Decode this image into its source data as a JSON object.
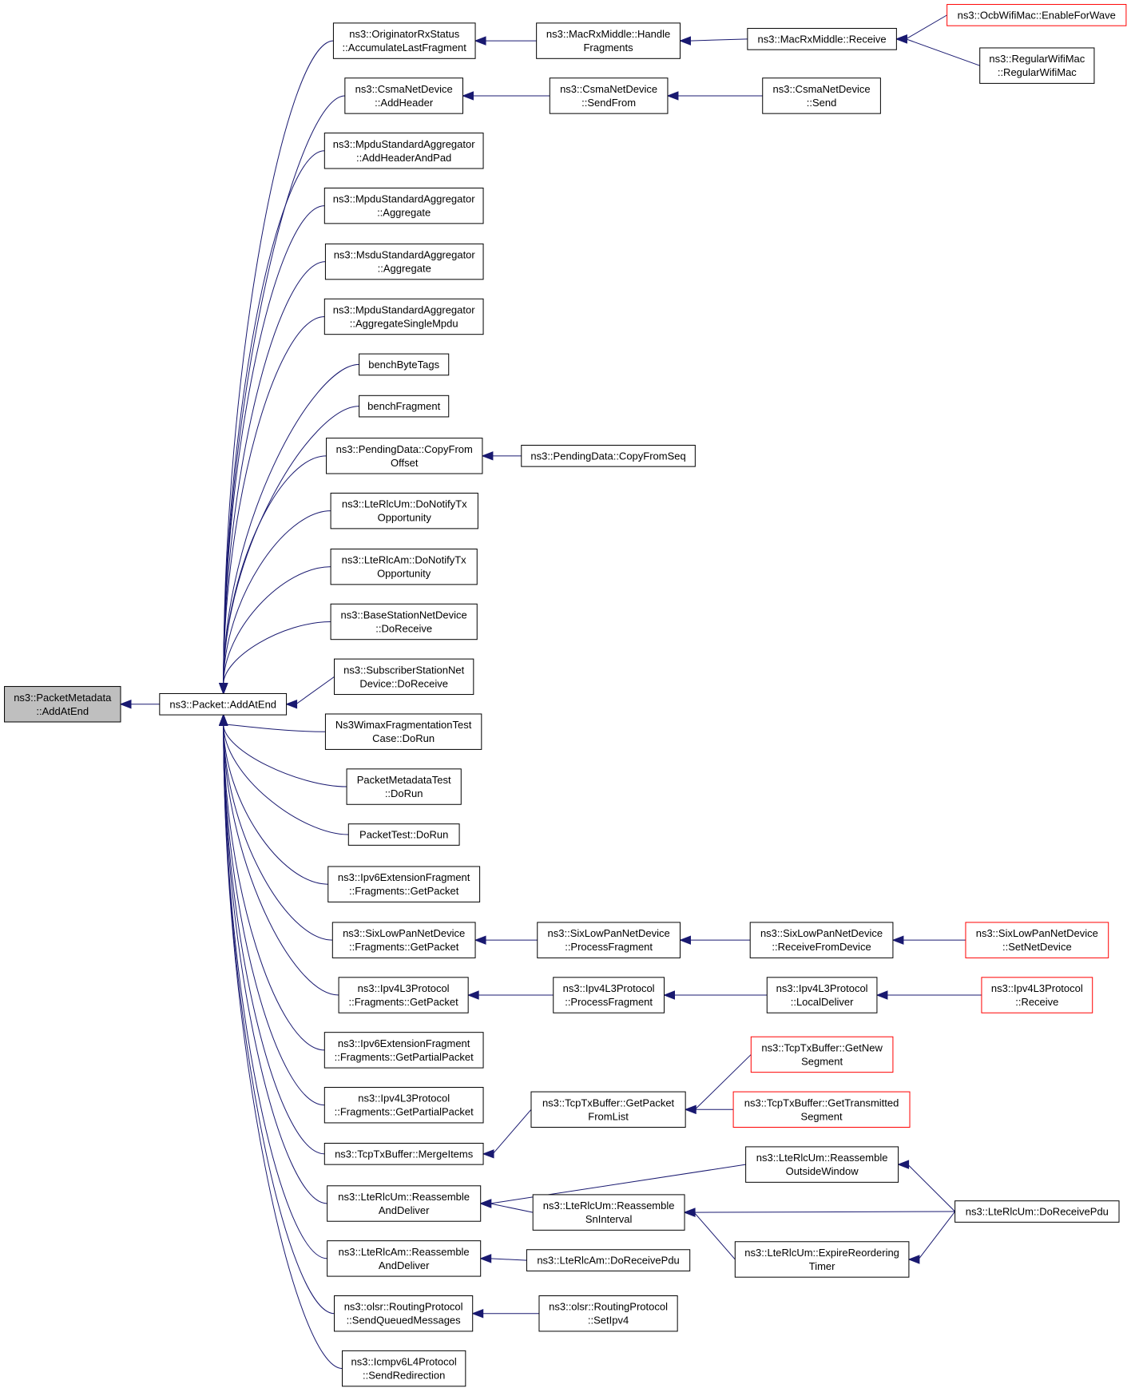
{
  "colors": {
    "edge": "#191970",
    "node_border": "#000000",
    "node_border_truncated": "#ff0000",
    "node_fill": "#ffffff",
    "root_fill": "#bfbfbf",
    "root_border": "#000000",
    "text": "#000000"
  },
  "nodes": [
    {
      "id": "root",
      "lines": [
        "ns3::PacketMetadata",
        "::AddAtEnd"
      ],
      "style": "root"
    },
    {
      "id": "packet_addatend",
      "lines": [
        "ns3::Packet::AddAtEnd"
      ],
      "style": "normal"
    },
    {
      "id": "orig_accum",
      "lines": [
        "ns3::OriginatorRxStatus",
        "::AccumulateLastFragment"
      ],
      "style": "normal"
    },
    {
      "id": "csma_addheader",
      "lines": [
        "ns3::CsmaNetDevice",
        "::AddHeader"
      ],
      "style": "normal"
    },
    {
      "id": "mpdu_addheaderpad",
      "lines": [
        "ns3::MpduStandardAggregator",
        "::AddHeaderAndPad"
      ],
      "style": "normal"
    },
    {
      "id": "mpdu_aggregate",
      "lines": [
        "ns3::MpduStandardAggregator",
        "::Aggregate"
      ],
      "style": "normal"
    },
    {
      "id": "msdu_aggregate",
      "lines": [
        "ns3::MsduStandardAggregator",
        "::Aggregate"
      ],
      "style": "normal"
    },
    {
      "id": "mpdu_aggsingle",
      "lines": [
        "ns3::MpduStandardAggregator",
        "::AggregateSingleMpdu"
      ],
      "style": "normal"
    },
    {
      "id": "benchbytetags",
      "lines": [
        "benchByteTags"
      ],
      "style": "normal"
    },
    {
      "id": "benchfragment",
      "lines": [
        "benchFragment"
      ],
      "style": "normal"
    },
    {
      "id": "pending_copyfromoffset",
      "lines": [
        "ns3::PendingData::CopyFrom",
        "Offset"
      ],
      "style": "normal"
    },
    {
      "id": "lterlcum_donotify",
      "lines": [
        "ns3::LteRlcUm::DoNotifyTx",
        "Opportunity"
      ],
      "style": "normal"
    },
    {
      "id": "lterlcam_donotify",
      "lines": [
        "ns3::LteRlcAm::DoNotifyTx",
        "Opportunity"
      ],
      "style": "normal"
    },
    {
      "id": "bs_doreceive",
      "lines": [
        "ns3::BaseStationNetDevice",
        "::DoReceive"
      ],
      "style": "normal"
    },
    {
      "id": "ss_doreceive",
      "lines": [
        "ns3::SubscriberStationNet",
        "Device::DoReceive"
      ],
      "style": "normal"
    },
    {
      "id": "wimax_test",
      "lines": [
        "Ns3WimaxFragmentationTest",
        "Case::DoRun"
      ],
      "style": "normal"
    },
    {
      "id": "pmd_test",
      "lines": [
        "PacketMetadataTest",
        "::DoRun"
      ],
      "style": "normal"
    },
    {
      "id": "packet_test",
      "lines": [
        "PacketTest::DoRun"
      ],
      "style": "normal"
    },
    {
      "id": "ipv6_getpacket",
      "lines": [
        "ns3::Ipv6ExtensionFragment",
        "::Fragments::GetPacket"
      ],
      "style": "normal"
    },
    {
      "id": "sixlow_getpacket",
      "lines": [
        "ns3::SixLowPanNetDevice",
        "::Fragments::GetPacket"
      ],
      "style": "normal"
    },
    {
      "id": "ipv4_getpacket",
      "lines": [
        "ns3::Ipv4L3Protocol",
        "::Fragments::GetPacket"
      ],
      "style": "normal"
    },
    {
      "id": "ipv6_getpartial",
      "lines": [
        "ns3::Ipv6ExtensionFragment",
        "::Fragments::GetPartialPacket"
      ],
      "style": "normal"
    },
    {
      "id": "ipv4_getpartial",
      "lines": [
        "ns3::Ipv4L3Protocol",
        "::Fragments::GetPartialPacket"
      ],
      "style": "normal"
    },
    {
      "id": "tcp_mergeitems",
      "lines": [
        "ns3::TcpTxBuffer::MergeItems"
      ],
      "style": "normal"
    },
    {
      "id": "lterlcum_reassemble",
      "lines": [
        "ns3::LteRlcUm::Reassemble",
        "AndDeliver"
      ],
      "style": "normal"
    },
    {
      "id": "lterlcam_reassemble",
      "lines": [
        "ns3::LteRlcAm::Reassemble",
        "AndDeliver"
      ],
      "style": "normal"
    },
    {
      "id": "olsr_sendqueued",
      "lines": [
        "ns3::olsr::RoutingProtocol",
        "::SendQueuedMessages"
      ],
      "style": "normal"
    },
    {
      "id": "icmpv6_sendredir",
      "lines": [
        "ns3::Icmpv6L4Protocol",
        "::SendRedirection"
      ],
      "style": "normal"
    },
    {
      "id": "macrx_handlefrag",
      "lines": [
        "ns3::MacRxMiddle::Handle",
        "Fragments"
      ],
      "style": "normal"
    },
    {
      "id": "macrx_receive",
      "lines": [
        "ns3::MacRxMiddle::Receive"
      ],
      "style": "normal"
    },
    {
      "id": "ocb_enable",
      "lines": [
        "ns3::OcbWifiMac::EnableForWave"
      ],
      "style": "truncated"
    },
    {
      "id": "regular_wifimac",
      "lines": [
        "ns3::RegularWifiMac",
        "::RegularWifiMac"
      ],
      "style": "normal"
    },
    {
      "id": "csma_sendfrom",
      "lines": [
        "ns3::CsmaNetDevice",
        "::SendFrom"
      ],
      "style": "normal"
    },
    {
      "id": "csma_send",
      "lines": [
        "ns3::CsmaNetDevice",
        "::Send"
      ],
      "style": "normal"
    },
    {
      "id": "pending_copyfromseq",
      "lines": [
        "ns3::PendingData::CopyFromSeq"
      ],
      "style": "normal"
    },
    {
      "id": "sixlow_processfrag",
      "lines": [
        "ns3::SixLowPanNetDevice",
        "::ProcessFragment"
      ],
      "style": "normal"
    },
    {
      "id": "sixlow_receivefromdev",
      "lines": [
        "ns3::SixLowPanNetDevice",
        "::ReceiveFromDevice"
      ],
      "style": "normal"
    },
    {
      "id": "sixlow_setnetdev",
      "lines": [
        "ns3::SixLowPanNetDevice",
        "::SetNetDevice"
      ],
      "style": "truncated"
    },
    {
      "id": "ipv4_processfrag",
      "lines": [
        "ns3::Ipv4L3Protocol",
        "::ProcessFragment"
      ],
      "style": "normal"
    },
    {
      "id": "ipv4_localdeliver",
      "lines": [
        "ns3::Ipv4L3Protocol",
        "::LocalDeliver"
      ],
      "style": "normal"
    },
    {
      "id": "ipv4_receive",
      "lines": [
        "ns3::Ipv4L3Protocol",
        "::Receive"
      ],
      "style": "truncated"
    },
    {
      "id": "tcp_getnewseg",
      "lines": [
        "ns3::TcpTxBuffer::GetNew",
        "Segment"
      ],
      "style": "truncated"
    },
    {
      "id": "tcp_getpacketfromlist",
      "lines": [
        "ns3::TcpTxBuffer::GetPacket",
        "FromList"
      ],
      "style": "normal"
    },
    {
      "id": "tcp_gettransseg",
      "lines": [
        "ns3::TcpTxBuffer::GetTransmitted",
        "Segment"
      ],
      "style": "truncated"
    },
    {
      "id": "lterlcum_reassoutside",
      "lines": [
        "ns3::LteRlcUm::Reassemble",
        "OutsideWindow"
      ],
      "style": "normal"
    },
    {
      "id": "lterlcum_reasssn",
      "lines": [
        "ns3::LteRlcUm::Reassemble",
        "SnInterval"
      ],
      "style": "normal"
    },
    {
      "id": "lterlcum_doreceivepdu",
      "lines": [
        "ns3::LteRlcUm::DoReceivePdu"
      ],
      "style": "normal"
    },
    {
      "id": "lterlcum_expire",
      "lines": [
        "ns3::LteRlcUm::ExpireReordering",
        "Timer"
      ],
      "style": "normal"
    },
    {
      "id": "lterlcam_doreceivepdu",
      "lines": [
        "ns3::LteRlcAm::DoReceivePdu"
      ],
      "style": "normal"
    },
    {
      "id": "olsr_setipv4",
      "lines": [
        "ns3::olsr::RoutingProtocol",
        "::SetIpv4"
      ],
      "style": "normal"
    }
  ],
  "edges": [
    {
      "from": "packet_addatend",
      "to": "root"
    },
    {
      "from": "orig_accum",
      "to": "packet_addatend"
    },
    {
      "from": "csma_addheader",
      "to": "packet_addatend"
    },
    {
      "from": "mpdu_addheaderpad",
      "to": "packet_addatend"
    },
    {
      "from": "mpdu_aggregate",
      "to": "packet_addatend"
    },
    {
      "from": "msdu_aggregate",
      "to": "packet_addatend"
    },
    {
      "from": "mpdu_aggsingle",
      "to": "packet_addatend"
    },
    {
      "from": "benchbytetags",
      "to": "packet_addatend"
    },
    {
      "from": "benchfragment",
      "to": "packet_addatend"
    },
    {
      "from": "pending_copyfromoffset",
      "to": "packet_addatend"
    },
    {
      "from": "lterlcum_donotify",
      "to": "packet_addatend"
    },
    {
      "from": "lterlcam_donotify",
      "to": "packet_addatend"
    },
    {
      "from": "bs_doreceive",
      "to": "packet_addatend"
    },
    {
      "from": "ss_doreceive",
      "to": "packet_addatend"
    },
    {
      "from": "wimax_test",
      "to": "packet_addatend"
    },
    {
      "from": "pmd_test",
      "to": "packet_addatend"
    },
    {
      "from": "packet_test",
      "to": "packet_addatend"
    },
    {
      "from": "ipv6_getpacket",
      "to": "packet_addatend"
    },
    {
      "from": "sixlow_getpacket",
      "to": "packet_addatend"
    },
    {
      "from": "ipv4_getpacket",
      "to": "packet_addatend"
    },
    {
      "from": "ipv6_getpartial",
      "to": "packet_addatend"
    },
    {
      "from": "ipv4_getpartial",
      "to": "packet_addatend"
    },
    {
      "from": "tcp_mergeitems",
      "to": "packet_addatend"
    },
    {
      "from": "lterlcum_reassemble",
      "to": "packet_addatend"
    },
    {
      "from": "lterlcam_reassemble",
      "to": "packet_addatend"
    },
    {
      "from": "olsr_sendqueued",
      "to": "packet_addatend"
    },
    {
      "from": "icmpv6_sendredir",
      "to": "packet_addatend"
    },
    {
      "from": "macrx_handlefrag",
      "to": "orig_accum"
    },
    {
      "from": "macrx_receive",
      "to": "macrx_handlefrag"
    },
    {
      "from": "ocb_enable",
      "to": "macrx_receive"
    },
    {
      "from": "regular_wifimac",
      "to": "macrx_receive"
    },
    {
      "from": "csma_sendfrom",
      "to": "csma_addheader"
    },
    {
      "from": "csma_send",
      "to": "csma_sendfrom"
    },
    {
      "from": "pending_copyfromseq",
      "to": "pending_copyfromoffset"
    },
    {
      "from": "sixlow_processfrag",
      "to": "sixlow_getpacket"
    },
    {
      "from": "sixlow_receivefromdev",
      "to": "sixlow_processfrag"
    },
    {
      "from": "sixlow_setnetdev",
      "to": "sixlow_receivefromdev"
    },
    {
      "from": "ipv4_processfrag",
      "to": "ipv4_getpacket"
    },
    {
      "from": "ipv4_localdeliver",
      "to": "ipv4_processfrag"
    },
    {
      "from": "ipv4_receive",
      "to": "ipv4_localdeliver"
    },
    {
      "from": "tcp_getpacketfromlist",
      "to": "tcp_mergeitems"
    },
    {
      "from": "tcp_getnewseg",
      "to": "tcp_getpacketfromlist"
    },
    {
      "from": "tcp_gettransseg",
      "to": "tcp_getpacketfromlist"
    },
    {
      "from": "lterlcum_reassoutside",
      "to": "lterlcum_reassemble"
    },
    {
      "from": "lterlcum_reasssn",
      "to": "lterlcum_reassemble"
    },
    {
      "from": "lterlcum_doreceivepdu",
      "to": "lterlcum_reassoutside"
    },
    {
      "from": "lterlcum_doreceivepdu",
      "to": "lterlcum_reasssn"
    },
    {
      "from": "lterlcum_expire",
      "to": "lterlcum_reasssn"
    },
    {
      "from": "lterlcum_doreceivepdu",
      "to": "lterlcum_expire"
    },
    {
      "from": "lterlcam_doreceivepdu",
      "to": "lterlcam_reassemble"
    },
    {
      "from": "olsr_setipv4",
      "to": "olsr_sendqueued"
    }
  ]
}
